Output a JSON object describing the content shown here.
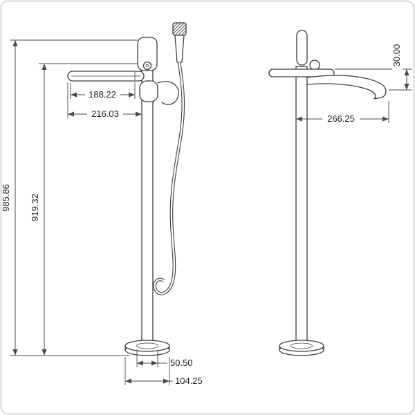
{
  "figure": {
    "kind": "technical-drawing",
    "views": {
      "left": "front-elevation",
      "right": "side-elevation"
    }
  },
  "colors": {
    "background": "#ffffff",
    "line": "#3c3c3c",
    "dimension": "#4a4a4a",
    "border": "#d9d9d9"
  },
  "dims": {
    "total_height": "985.86",
    "riser_height": "919.32",
    "spout_inner": "188.22",
    "spout_outer": "216.03",
    "drop": "30.00",
    "reach": "266.25",
    "base_inner": "50.50",
    "base_outer": "104.25"
  }
}
